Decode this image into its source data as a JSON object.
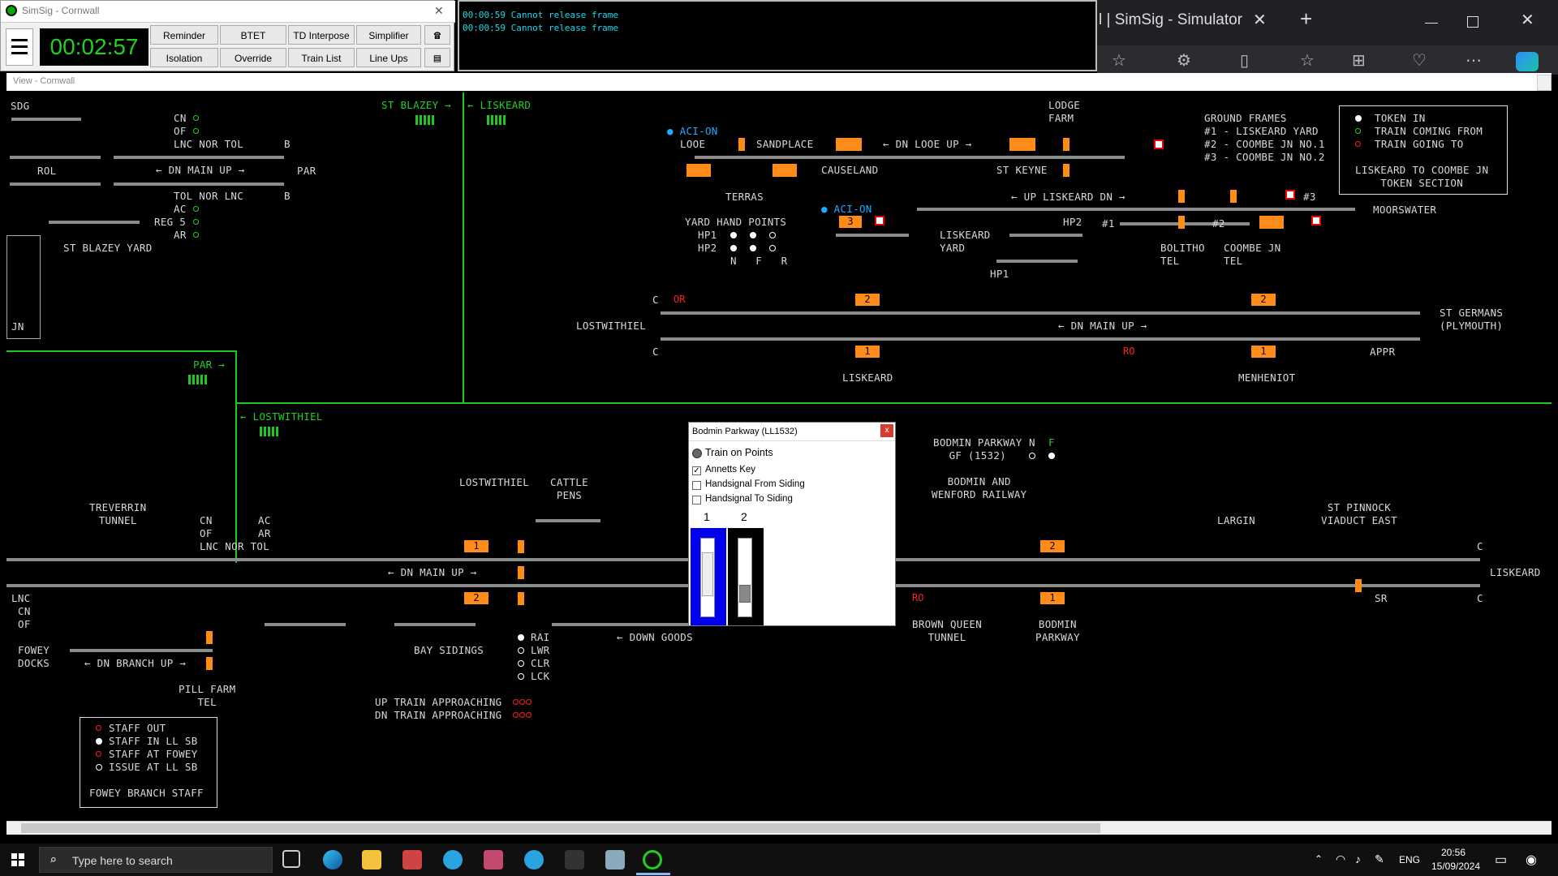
{
  "simsig": {
    "title": "SimSig - Cornwall",
    "clock": "00:02:57",
    "buttons_row1": [
      "Reminder",
      "BTET",
      "TD Interpose",
      "Simplifier"
    ],
    "buttons_row2": [
      "Isolation",
      "Override",
      "Train List",
      "Line Ups"
    ],
    "close": "✕"
  },
  "messages": [
    "00:00:59 Cannot release frame",
    "00:00:59 Cannot release frame"
  ],
  "browser": {
    "tab_title": "l | SimSig - Simulator"
  },
  "view": {
    "title": "View - Cornwall"
  },
  "labels": {
    "sdg": "SDG",
    "rol": "ROL",
    "cn": "CN",
    "of": "OF",
    "lnc_nor_tol": "LNC NOR TOL",
    "dn_main_up": "← DN MAIN UP →",
    "tol_nor_lnc": "TOL NOR LNC",
    "ac": "AC",
    "reg5": "REG 5",
    "ar": "AR",
    "b": "B",
    "par": "PAR",
    "st_blazey_yard": "ST BLAZEY YARD",
    "jn": "JN",
    "st_blazey": "ST BLAZEY →",
    "liskeard_exit": "← LISKEARD",
    "aci_on": "● ACI-ON",
    "looe": "LOOE",
    "sandplace": "SANDPLACE",
    "dn_looe_up": "← DN LOOE UP →",
    "lodge_farm": "LODGE\nFARM",
    "causeland": "CAUSELAND",
    "st_keyne": "ST KEYNE",
    "terras": "TERRAS",
    "ground_frames": "GROUND FRAMES\n#1 - LISKEARD YARD\n#2 - COOMBE JN NO.1\n#3 - COOMBE JN NO.2",
    "yard_hand_points": "YARD HAND POINTS",
    "hp1": "HP1",
    "hp2": "HP2",
    "nfr": "N   F   R",
    "aci_on2": "● ACI-ON",
    "up_liskeard_dn": "← UP LISKEARD DN →",
    "liskeard_yard": "LISKEARD\nYARD",
    "hp2b": "HP2",
    "hp1b": "HP1",
    "n1": "#1",
    "bolitho_tel": "BOLITHO\nTEL",
    "coombe_jn_tel": "COOMBE JN\nTEL",
    "n2": "#2",
    "n3": "#3",
    "moorswater": "MOORSWATER",
    "token_in": "TOKEN IN",
    "train_coming_from": "TRAIN COMING FROM",
    "train_going_to": "TRAIN GOING TO",
    "token_section": "LISKEARD TO COOMBE JN\nTOKEN SECTION",
    "lostwithiel": "LOSTWITHIEL",
    "c": "C",
    "or": "OR",
    "dn_main_up2": "← DN MAIN UP →",
    "st_germans": "ST GERMANS\n(PLYMOUTH)",
    "appr": "APPR",
    "liskeard": "LISKEARD",
    "menheniot": "MENHENIOT",
    "par_exit": "PAR →",
    "lostwithiel_exit": "← LOSTWITHIEL",
    "treverrin_tunnel": "TREVERRIN\nTUNNEL",
    "lostwithiel2": "LOSTWITHIEL",
    "cattle_pens": "CATTLE\nPENS",
    "dn_main_up3": "← DN MAIN UP →",
    "lnc": "LNC",
    "cn2": "CN",
    "of2": "OF",
    "fowey_docks": "FOWEY\nDOCKS",
    "dn_branch_up": "← DN BRANCH UP →",
    "pill_farm_tel": "PILL FARM\nTEL",
    "bay_sidings": "BAY SIDINGS",
    "down_goods": "← DOWN GOODS",
    "rai": "RAI",
    "lwr": "LWR",
    "clr": "CLR",
    "lck": "LCK",
    "up_train_approaching": "UP TRAIN APPROACHING",
    "dn_train_approaching": "DN TRAIN APPROACHING",
    "staff_out": "STAFF OUT",
    "staff_in_ll_sb": "STAFF IN LL SB",
    "staff_at_fowey": "STAFF AT FOWEY",
    "issue_at_ll_sb": "ISSUE AT LL SB",
    "fowey_branch_staff": "FOWEY BRANCH STAFF",
    "bodmin_parkway_gf": "BODMIN PARKWAY\nGF (1532)",
    "n_lbl": "N",
    "f_lbl": "F",
    "bodmin_wenford": "BODMIN AND\nWENFORD RAILWAY",
    "largin": "LARGIN",
    "st_pinnock": "ST PINNOCK\nVIADUCT EAST",
    "liskeard2": "LISKEARD",
    "brown_queen": "BROWN QUEEN\nTUNNEL",
    "bodmin_parkway": "BODMIN\nPARKWAY",
    "sr": "SR",
    "ro": "RO"
  },
  "berths": [
    "3",
    "2",
    "2",
    "1",
    "1",
    "1",
    "2",
    "2",
    "1"
  ],
  "dialog": {
    "title": "Bodmin Parkway (LL1532)",
    "close": "x",
    "train_on_points": "Train on Points",
    "annetts_key": "Annetts Key",
    "annetts_checked": "✓",
    "hs_from": "Handsignal From Siding",
    "hs_to": "Handsignal To Siding",
    "lever1": "1",
    "lever2": "2"
  },
  "taskbar": {
    "search_placeholder": "Type here to search",
    "lang": "ENG",
    "time": "20:56",
    "date": "15/09/2024"
  }
}
